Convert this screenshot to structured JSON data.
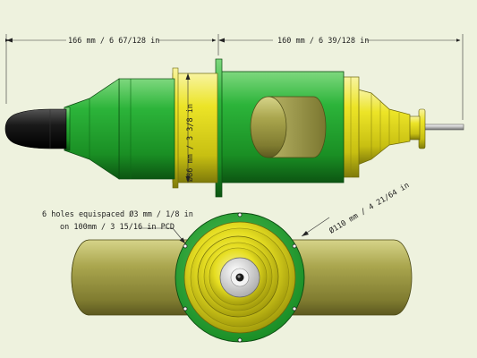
{
  "dimensions": {
    "left_length": "166 mm / 6 67/128 in",
    "right_length": "160 mm / 6 39/128 in",
    "body_diameter": "Ø86 mm / 3 3/8 in",
    "flange_diameter": "Ø110 mm / 4 21/64 in"
  },
  "notes": {
    "holes_line1": "6 holes equispaced  Ø3 mm / 1/8 in",
    "holes_line2": "on 100mm / 3 15/16 in PCD"
  },
  "colors": {
    "background": "#eef2de",
    "green": "#22a52e",
    "yellow": "#e3dc1e",
    "olive": "#9e9a3e",
    "black_cap": "#151515"
  }
}
